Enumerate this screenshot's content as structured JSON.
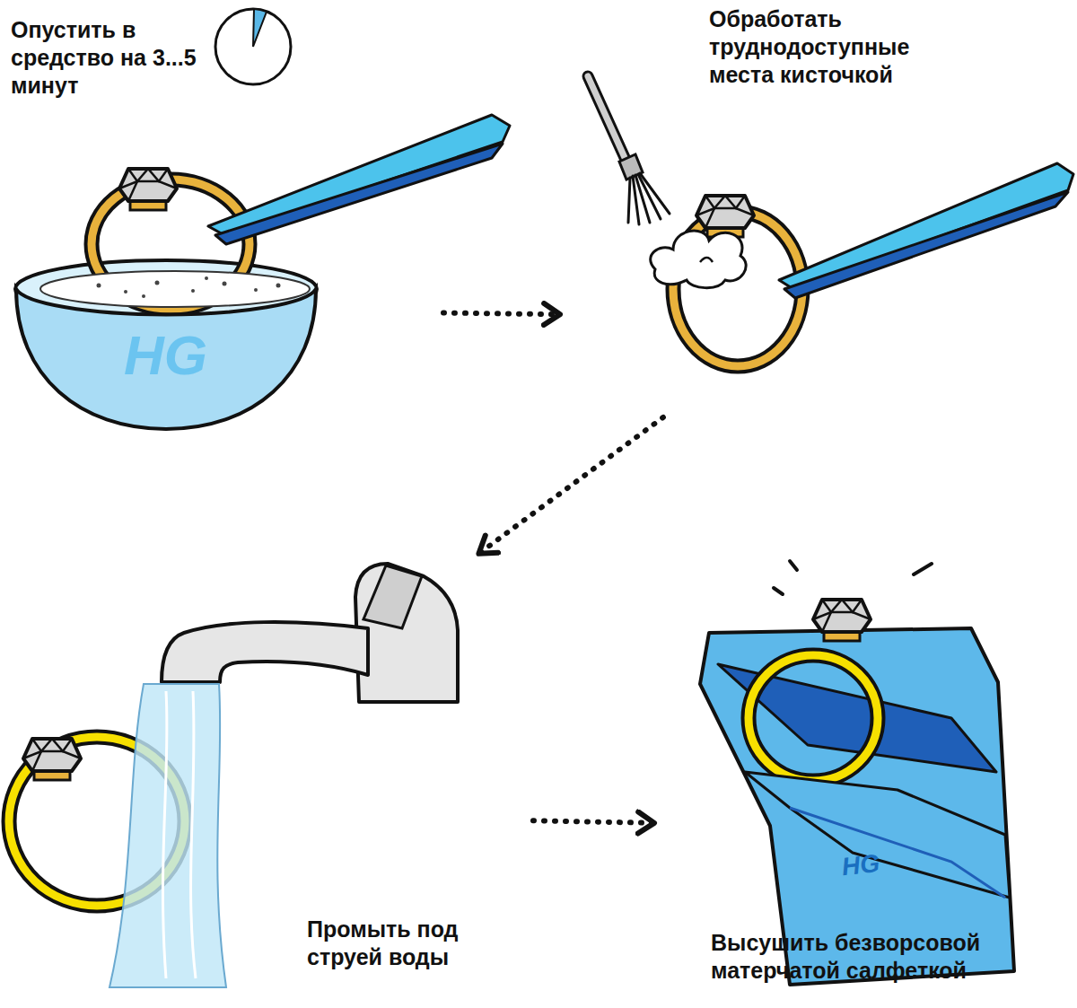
{
  "diagram": {
    "nodes": [
      {
        "text": [
          "Опустить в средство на 3...5 минут"
        ]
      },
      {
        "text": [
          "Обработать труднодоступные места кисточкой"
        ]
      },
      {
        "text": [
          "Промыть под струей воды"
        ]
      },
      {
        "text": [
          "Высушить безворсовой матерчатой салфеткой"
        ]
      }
    ],
    "edges": [
      {
        "from": 0,
        "to": 1,
        "arrow": "to"
      },
      {
        "from": 1,
        "to": 2,
        "arrow": "to"
      },
      {
        "from": 2,
        "to": 3,
        "arrow": "to"
      }
    ],
    "labels": [
      "HG",
      "HG"
    ]
  }
}
